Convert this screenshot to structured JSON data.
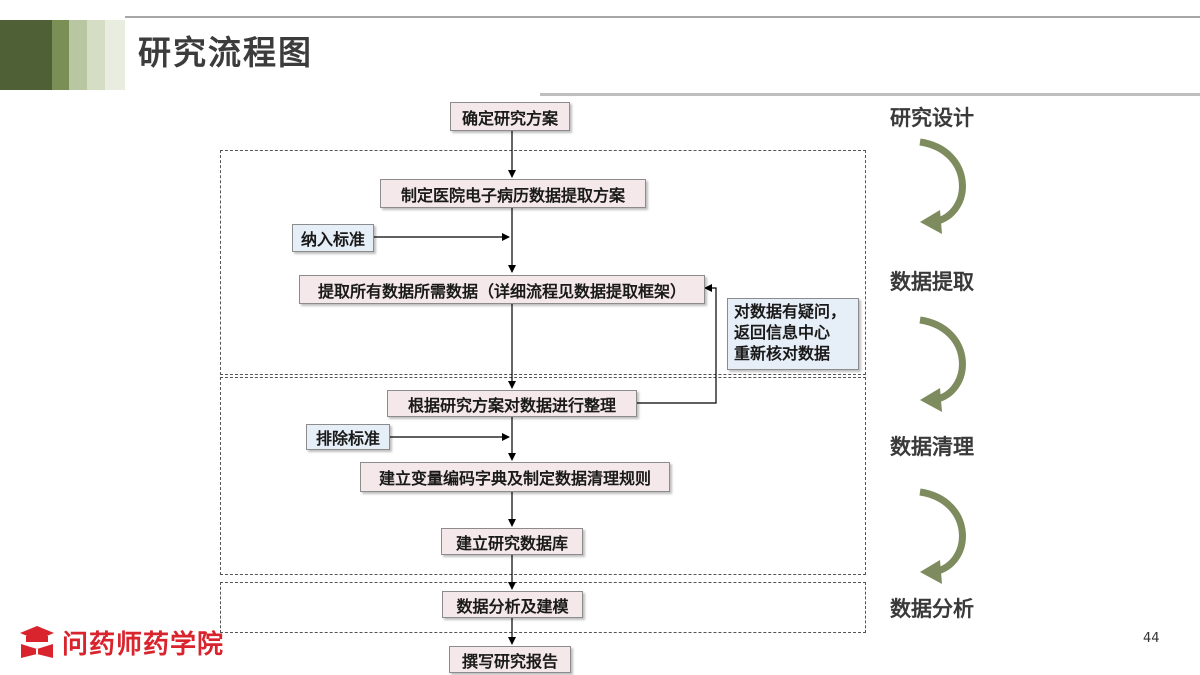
{
  "title": "研究流程图",
  "header": {
    "stripe_colors": [
      "#4f5f36",
      "#7a8f55",
      "#b9c6a2",
      "#d5ddc5",
      "#e8ede0"
    ]
  },
  "flow": {
    "step1": "确定研究方案",
    "step2": "制定医院电子病历数据提取方案",
    "inclusion": "纳入标准",
    "step3": "提取所有数据所需数据（详细流程见数据提取框架）",
    "step4": "根据研究方案对数据进行整理",
    "exclusion": "排除标准",
    "step5": "建立变量编码字典及制定数据清理规则",
    "step6": "建立研究数据库",
    "step7": "数据分析及建模",
    "step8": "撰写研究报告",
    "feedback_lines": [
      "对数据有疑问，",
      "返回信息中心",
      "重新核对数据"
    ]
  },
  "stages": [
    "研究设计",
    "数据提取",
    "数据清理",
    "数据分析"
  ],
  "colors": {
    "process_box": "#f5e8ea",
    "criteria_box": "#e6eef7",
    "stage_arrow": "#7d8b5e",
    "logo_red": "#d9232d"
  },
  "icons": {
    "stage_arrow": "curved-arrow-icon",
    "logo": "graduation-book-icon"
  },
  "footer": {
    "logo_text": "问药师药学院",
    "page_number": "44"
  }
}
